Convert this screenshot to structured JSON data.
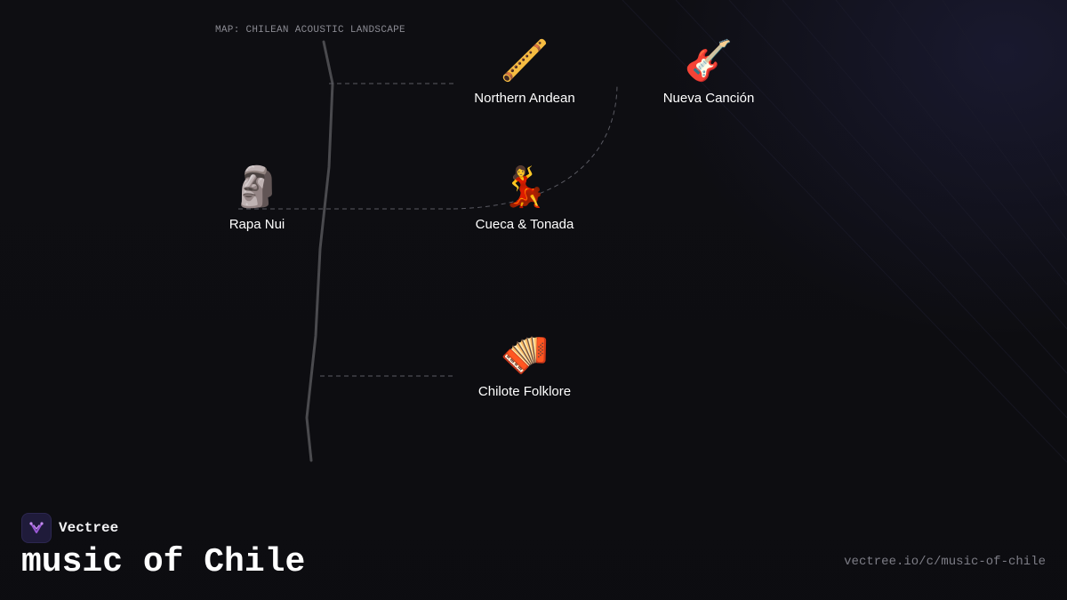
{
  "map": {
    "caption": "MAP: CHILEAN ACOUSTIC LANDSCAPE",
    "regions": [
      {
        "id": "northern-andean",
        "emoji": "🪈",
        "label": "Northern Andean"
      },
      {
        "id": "nueva-cancion",
        "emoji": "🎸",
        "label": "Nueva Canción"
      },
      {
        "id": "rapa-nui",
        "emoji": "🗿",
        "label": "Rapa Nui"
      },
      {
        "id": "cueca-tonada",
        "emoji": "💃",
        "label": "Cueca & Tonada"
      },
      {
        "id": "chilote-folklore",
        "emoji": "🪗",
        "label": "Chilote Folklore"
      }
    ]
  },
  "brand": {
    "name": "Vectree",
    "logo_icon": "vectree-logo-icon"
  },
  "page": {
    "title": "music of Chile",
    "url": "vectree.io/c/music-of-chile"
  },
  "colors": {
    "background": "#0e0e12",
    "coastline": "#4a4a4e",
    "connector": "#5a5a62",
    "accent": "#9b59d6"
  }
}
